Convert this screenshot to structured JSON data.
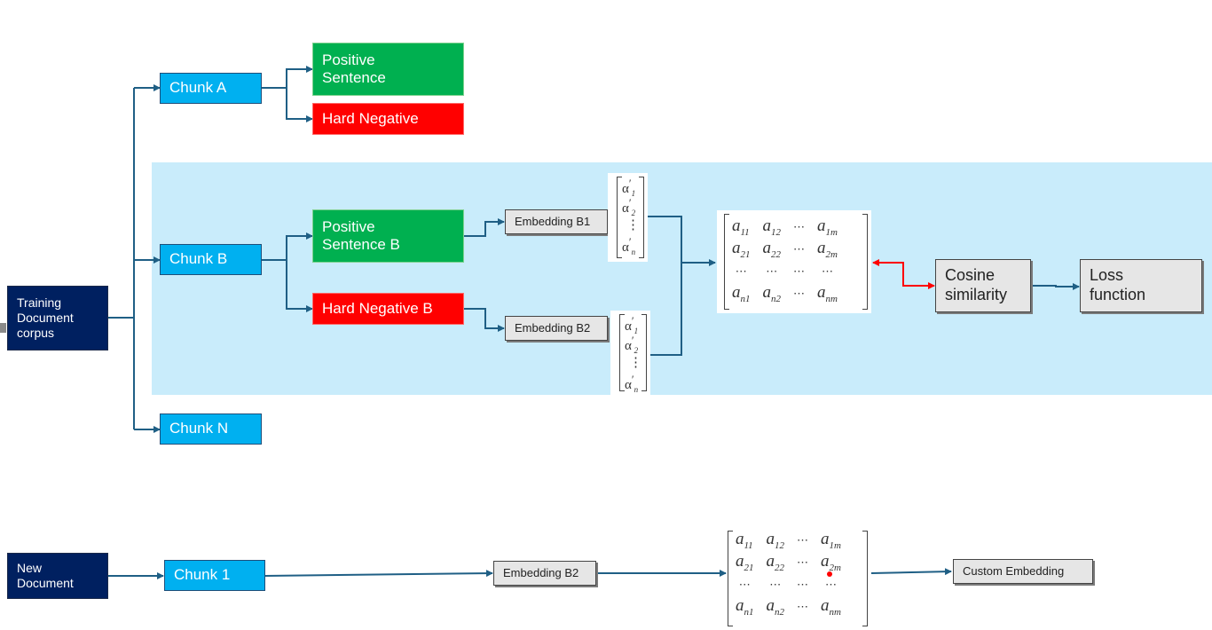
{
  "diagram": {
    "colors": {
      "navy": "#002060",
      "chunk": "#00b0f0",
      "positive": "#00b050",
      "negative": "#ff0000",
      "panel": "#c9ecfb",
      "connector": "#1f5f85",
      "similarity_connector": "#ff0000",
      "process_box": "#e6e6e6"
    },
    "training": {
      "source": "Training Document corpus",
      "chunks": {
        "a": "Chunk A",
        "b": "Chunk B",
        "n": "Chunk N"
      },
      "chunk_a_outputs": {
        "positive": "Positive Sentence",
        "negative": "Hard Negative"
      },
      "chunk_b_outputs": {
        "positive": "Positive Sentence B",
        "negative": "Hard Negative B"
      },
      "embeddings": {
        "b1": "Embedding B1",
        "b2": "Embedding B2"
      },
      "vector": {
        "rows": [
          "α",
          "α",
          "⋮",
          "α"
        ],
        "subs": [
          "1",
          "2",
          "",
          "n"
        ],
        "prime": "′"
      },
      "matrix": {
        "rows": [
          [
            "a|11",
            "a|12",
            "⋯",
            "a|1m"
          ],
          [
            "a|21",
            "a|22",
            "⋯",
            "a|2m"
          ],
          [
            "⋯",
            "⋯",
            "⋯",
            "⋯"
          ],
          [
            "a|n1",
            "a|n2",
            "⋯",
            "a|nm"
          ]
        ]
      },
      "cosine": "Cosine similarity",
      "loss": "Loss function"
    },
    "inference": {
      "source": "New Document",
      "chunk": "Chunk 1",
      "embedding": "Embedding B2",
      "output": "Custom Embedding"
    }
  }
}
